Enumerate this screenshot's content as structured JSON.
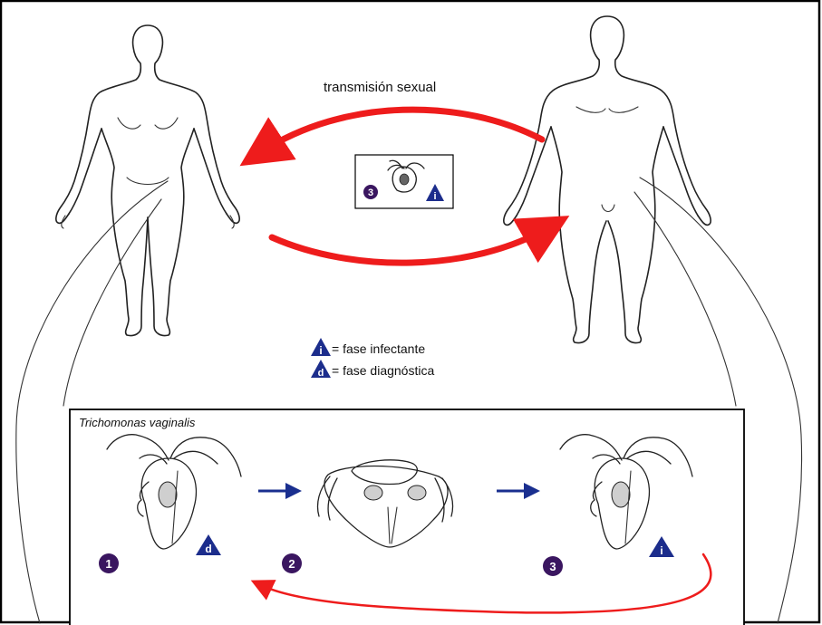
{
  "transmission_label": "transmisión sexual",
  "legend": {
    "infective": {
      "glyph": "i",
      "text": "= fase infectante"
    },
    "diagnostic": {
      "glyph": "d",
      "text": "= fase diagnóstica"
    }
  },
  "box_title": "Trichomonas vaginalis",
  "center_stage": {
    "number": "3",
    "badge": "i"
  },
  "stages": [
    {
      "number": "1",
      "badge": "d"
    },
    {
      "number": "2"
    },
    {
      "number": "3",
      "badge": "i"
    }
  ],
  "colors": {
    "arrow_red": "#ee1c1c",
    "arrow_blue": "#1a2f8f",
    "badge_blue": "#1c2d8c",
    "number_purple": "#3a1660",
    "frame": "#000000"
  }
}
